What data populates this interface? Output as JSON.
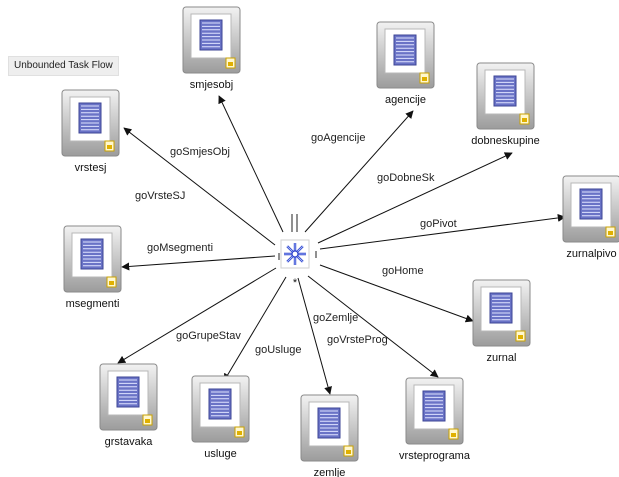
{
  "diagram_title": "Unbounded Task Flow",
  "center": {
    "label": "*"
  },
  "nodes": [
    {
      "id": "smjesobj",
      "label": "smjesobj"
    },
    {
      "id": "agencije",
      "label": "agencije"
    },
    {
      "id": "dobneskupine",
      "label": "dobneskupine"
    },
    {
      "id": "vrstesj",
      "label": "vrstesj"
    },
    {
      "id": "zurnalpivot",
      "label": "zurnalpivo"
    },
    {
      "id": "msegmenti",
      "label": "msegmenti"
    },
    {
      "id": "zurnal",
      "label": "zurnal"
    },
    {
      "id": "grstavaka",
      "label": "grstavaka"
    },
    {
      "id": "usluge",
      "label": "usluge"
    },
    {
      "id": "zemlje",
      "label": "zemlje"
    },
    {
      "id": "vrsteprograma",
      "label": "vrsteprograma"
    }
  ],
  "edges": [
    {
      "label": "goSmjesObj",
      "to": "smjesobj"
    },
    {
      "label": "goAgencije",
      "to": "agencije"
    },
    {
      "label": "goDobneSk",
      "to": "dobneskupine"
    },
    {
      "label": "goVrsteSJ",
      "to": "vrstesj"
    },
    {
      "label": "goPivot",
      "to": "zurnalpivot"
    },
    {
      "label": "goMsegmenti",
      "to": "msegmenti"
    },
    {
      "label": "goHome",
      "to": "zurnal"
    },
    {
      "label": "goGrupeStav",
      "to": "grstavaka"
    },
    {
      "label": "goUsluge",
      "to": "usluge"
    },
    {
      "label": "goZemlje",
      "to": "zemlje"
    },
    {
      "label": "goVrsteProg",
      "to": "vrsteprograma"
    }
  ]
}
